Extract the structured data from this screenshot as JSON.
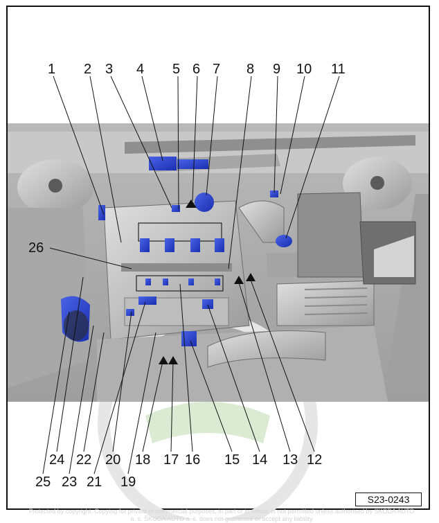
{
  "figure_ref": "S23-0243",
  "watermark": "Protected by copyright. Copying for private or commercial purposes, in part or in whole, is not permitted unless authorised by ŠKODA AUTO a. s. ŠKODA AUTO a. s. does not guarantee or accept any liability",
  "callouts": [
    "1",
    "2",
    "3",
    "4",
    "5",
    "6",
    "7",
    "8",
    "9",
    "10",
    "11",
    "12",
    "13",
    "14",
    "15",
    "16",
    "17",
    "18",
    "19",
    "20",
    "21",
    "22",
    "23",
    "24",
    "25",
    "26"
  ]
}
